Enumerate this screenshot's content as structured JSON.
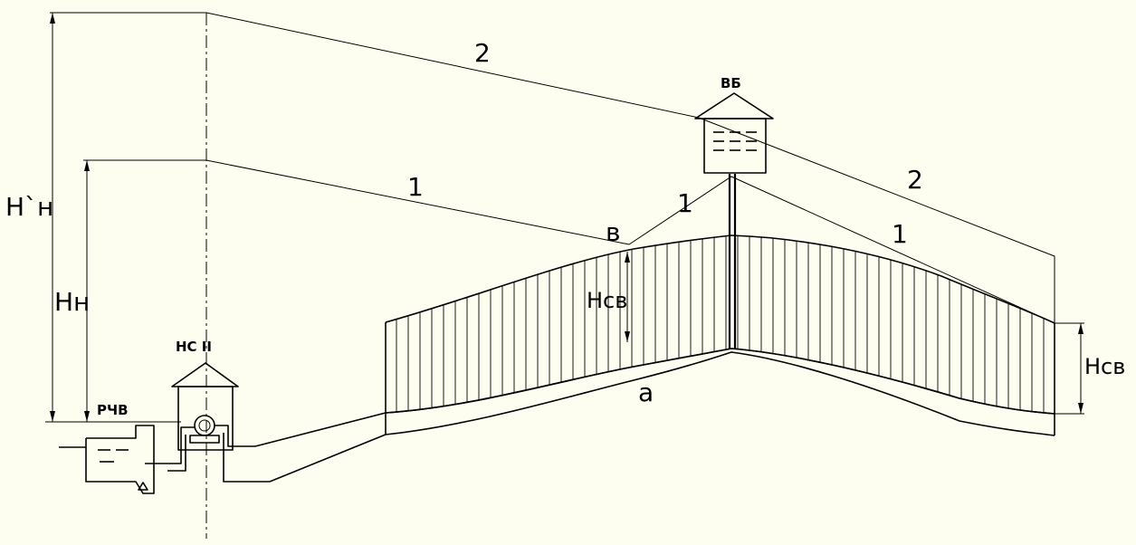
{
  "labels": {
    "head_total": "H`н",
    "head_pump": "Hн",
    "free_head_b": "Hсв",
    "free_head_end": "Hсв",
    "line_2_left": "2",
    "line_2_right": "2",
    "line_1_left": "1",
    "line_1_tower": "1",
    "line_1_right": "1",
    "point_b": "в",
    "point_a": "а",
    "tower": "ВБ",
    "pump_station": "НС  II",
    "reservoir": "РЧВ"
  }
}
